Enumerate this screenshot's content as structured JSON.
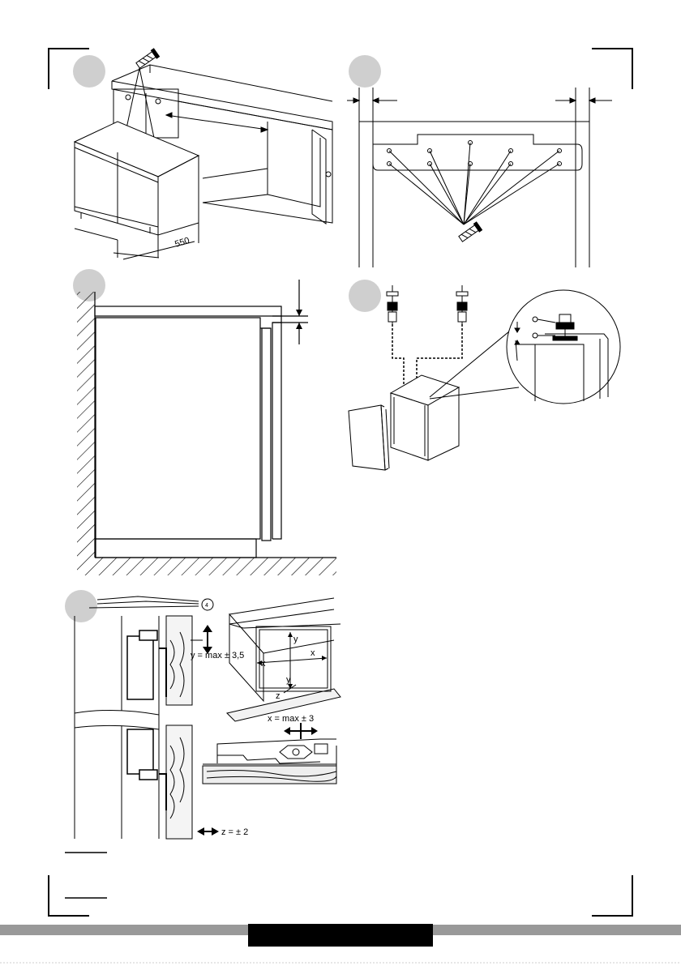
{
  "figure1": {
    "depth_label": "550"
  },
  "figure5": {
    "circle_label": "4",
    "y_label": "y = max ± 3,5",
    "x_label": "x = max ± 3",
    "z_label": "z = ± 2",
    "axis_x": "x",
    "axis_y": "y",
    "axis_z": "z"
  },
  "colors": {
    "footer_bar": "#999999",
    "footer_block": "#000000",
    "ink": "#000000"
  }
}
